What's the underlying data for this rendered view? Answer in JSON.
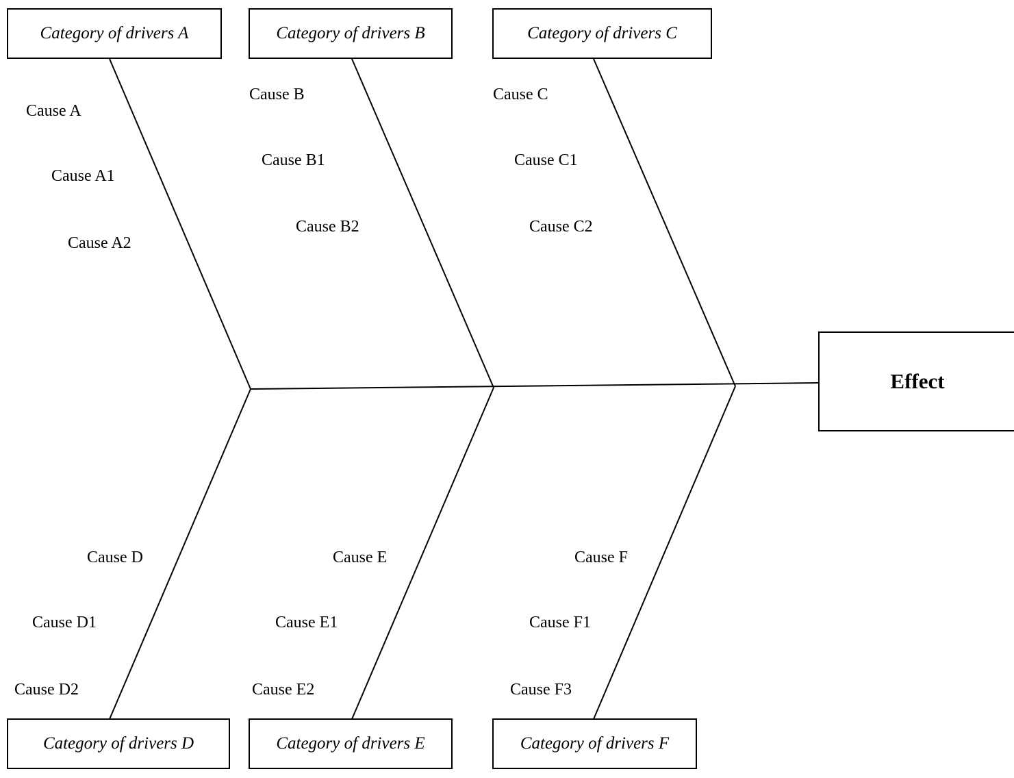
{
  "categories": {
    "a": "Category of drivers A",
    "b": "Category of drivers B",
    "c": "Category of drivers C",
    "d": "Category of drivers D",
    "e": "Category of drivers E",
    "f": "Category of drivers F"
  },
  "effect": "Effect",
  "causes": {
    "a": "Cause A",
    "a1": "Cause A1",
    "a2": "Cause A2",
    "b": "Cause B",
    "b1": "Cause B1",
    "b2": "Cause B2",
    "c": "Cause C",
    "c1": "Cause C1",
    "c2": "Cause C2",
    "d": "Cause D",
    "d1": "Cause D1",
    "d2": "Cause D2",
    "e": "Cause E",
    "e1": "Cause E1",
    "e2": "Cause E2",
    "f": "Cause F",
    "f1": "Cause F1",
    "f3": "Cause F3"
  }
}
